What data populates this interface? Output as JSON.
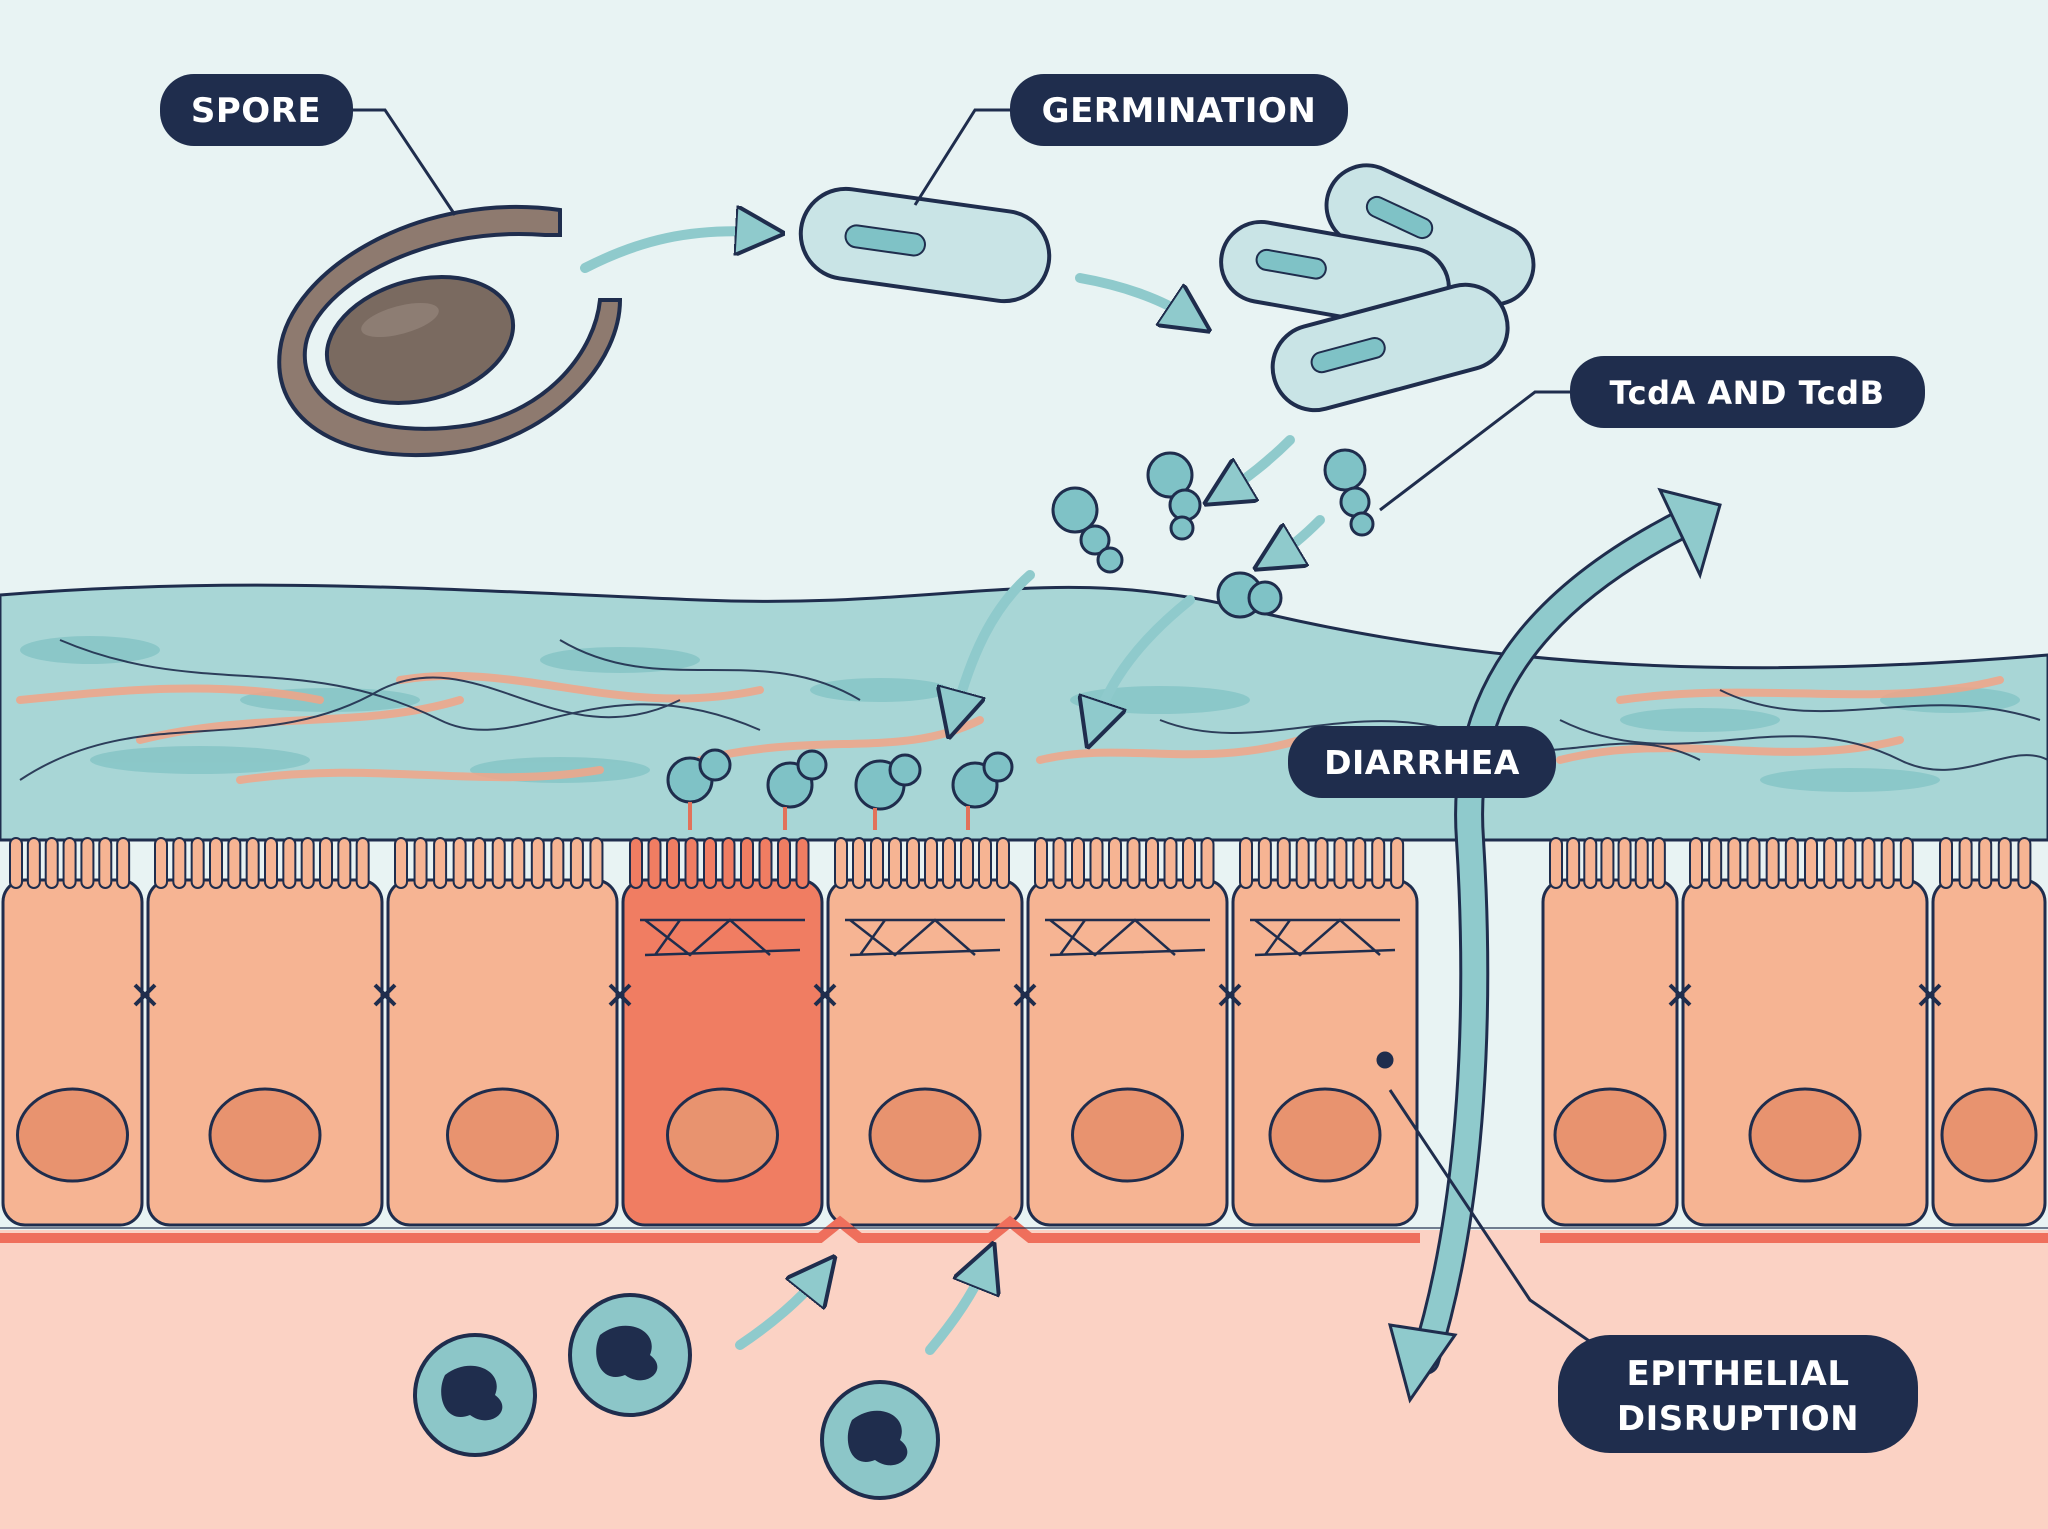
{
  "labels": {
    "spore": "SPORE",
    "germination": "GERMINATION",
    "toxins": "TcdA AND TcdB",
    "diarrhea": "DIARRHEA",
    "epithelial_line1": "EPITHELIAL",
    "epithelial_line2": "DISRUPTION"
  },
  "colors": {
    "background_lumen": "#e8f3f3",
    "mucus": "#a8d6d6",
    "mucus_dark": "#7fc2c3",
    "mucus_fibers": "#f2a487",
    "epithelium": "#f6b493",
    "epithelium_damaged": "#f07d62",
    "nucleus": "#e8936f",
    "lamina_propria": "#fbd2c4",
    "basement_membrane": "#ef6f5c",
    "outline": "#1f2d4d",
    "bacteria": "#c9e4e6",
    "toxin": "#7fc2c6",
    "spore_coat": "#8e7a6f",
    "spore_core": "#7a6a60",
    "label_bg": "#1f2d4d",
    "arrow": "#8fcacc",
    "neutrophil": "#8cc6c8"
  },
  "icons": [
    "spore-icon",
    "bacterium-icon",
    "toxin-icon",
    "neutrophil-icon",
    "cell-icon"
  ]
}
